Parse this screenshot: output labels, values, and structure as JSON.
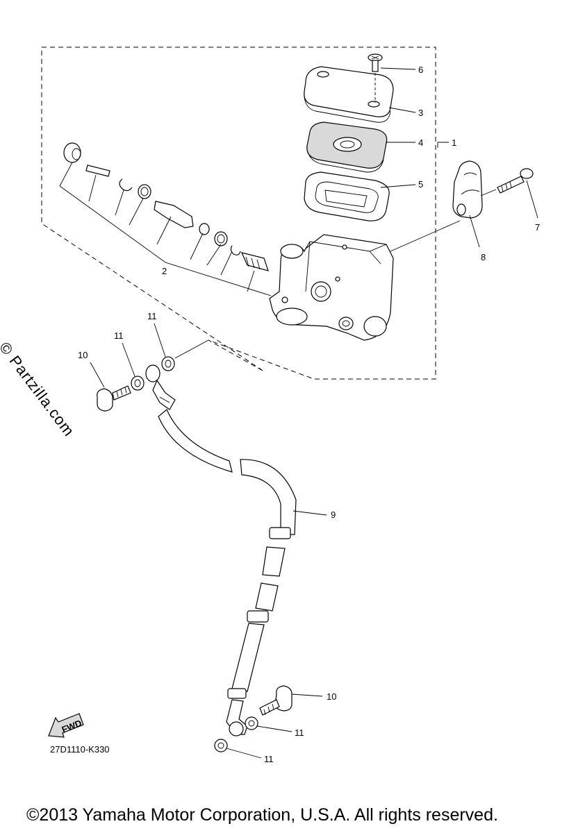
{
  "callouts": {
    "c1": "1",
    "c2": "2",
    "c3": "3",
    "c4": "4",
    "c5": "5",
    "c6": "6",
    "c7": "7",
    "c8": "8",
    "c9": "9",
    "c10a": "10",
    "c10b": "10",
    "c11a": "11",
    "c11b": "11",
    "c11c": "11",
    "c11d": "11"
  },
  "fwd_label": "FWD",
  "watermark": "© Partzilla.com",
  "diagram_code": "27D1110-K330",
  "copyright": "©2013 Yamaha Motor Corporation, U.S.A. All rights reserved."
}
